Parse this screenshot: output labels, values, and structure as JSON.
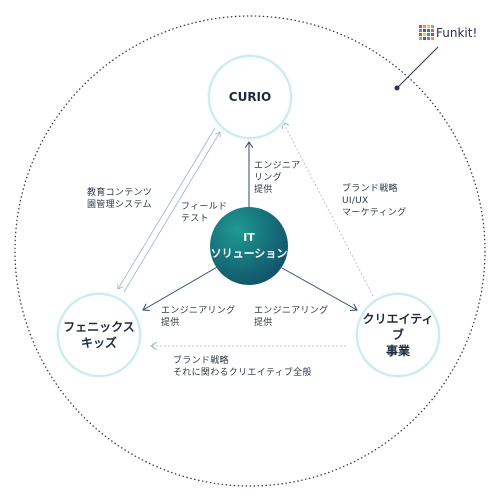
{
  "logo": {
    "text": "Funkit!"
  },
  "center": {
    "line1": "IT",
    "line2": "ソリューション"
  },
  "nodes": {
    "top": "CURIO",
    "left": "フェニックス\nキッズ",
    "right": "クリエイティブ\n事業"
  },
  "labels": {
    "left_outer": "教育コンテンツ\n園管理システム",
    "left_inner": "フィールド\nテスト",
    "top_center": "エンジニア\nリング\n提供",
    "right_outer": "ブランド戦略\nUI/UX\nマーケティング",
    "bottom_left_center": "エンジニアリング\n提供",
    "bottom_right_center": "エンジニアリング\n提供",
    "bottom": "ブランド戦略\nそれに関わるクリエイティブ全般"
  },
  "colors": {
    "outer_ring": "#2b3350",
    "arrow_solid": "#2c4a70",
    "arrow_dotted": "#b7c3dc",
    "node_border": "#c9ecec",
    "center_gradient_start": "#1f9a93",
    "center_gradient_end": "#0f3f60"
  }
}
